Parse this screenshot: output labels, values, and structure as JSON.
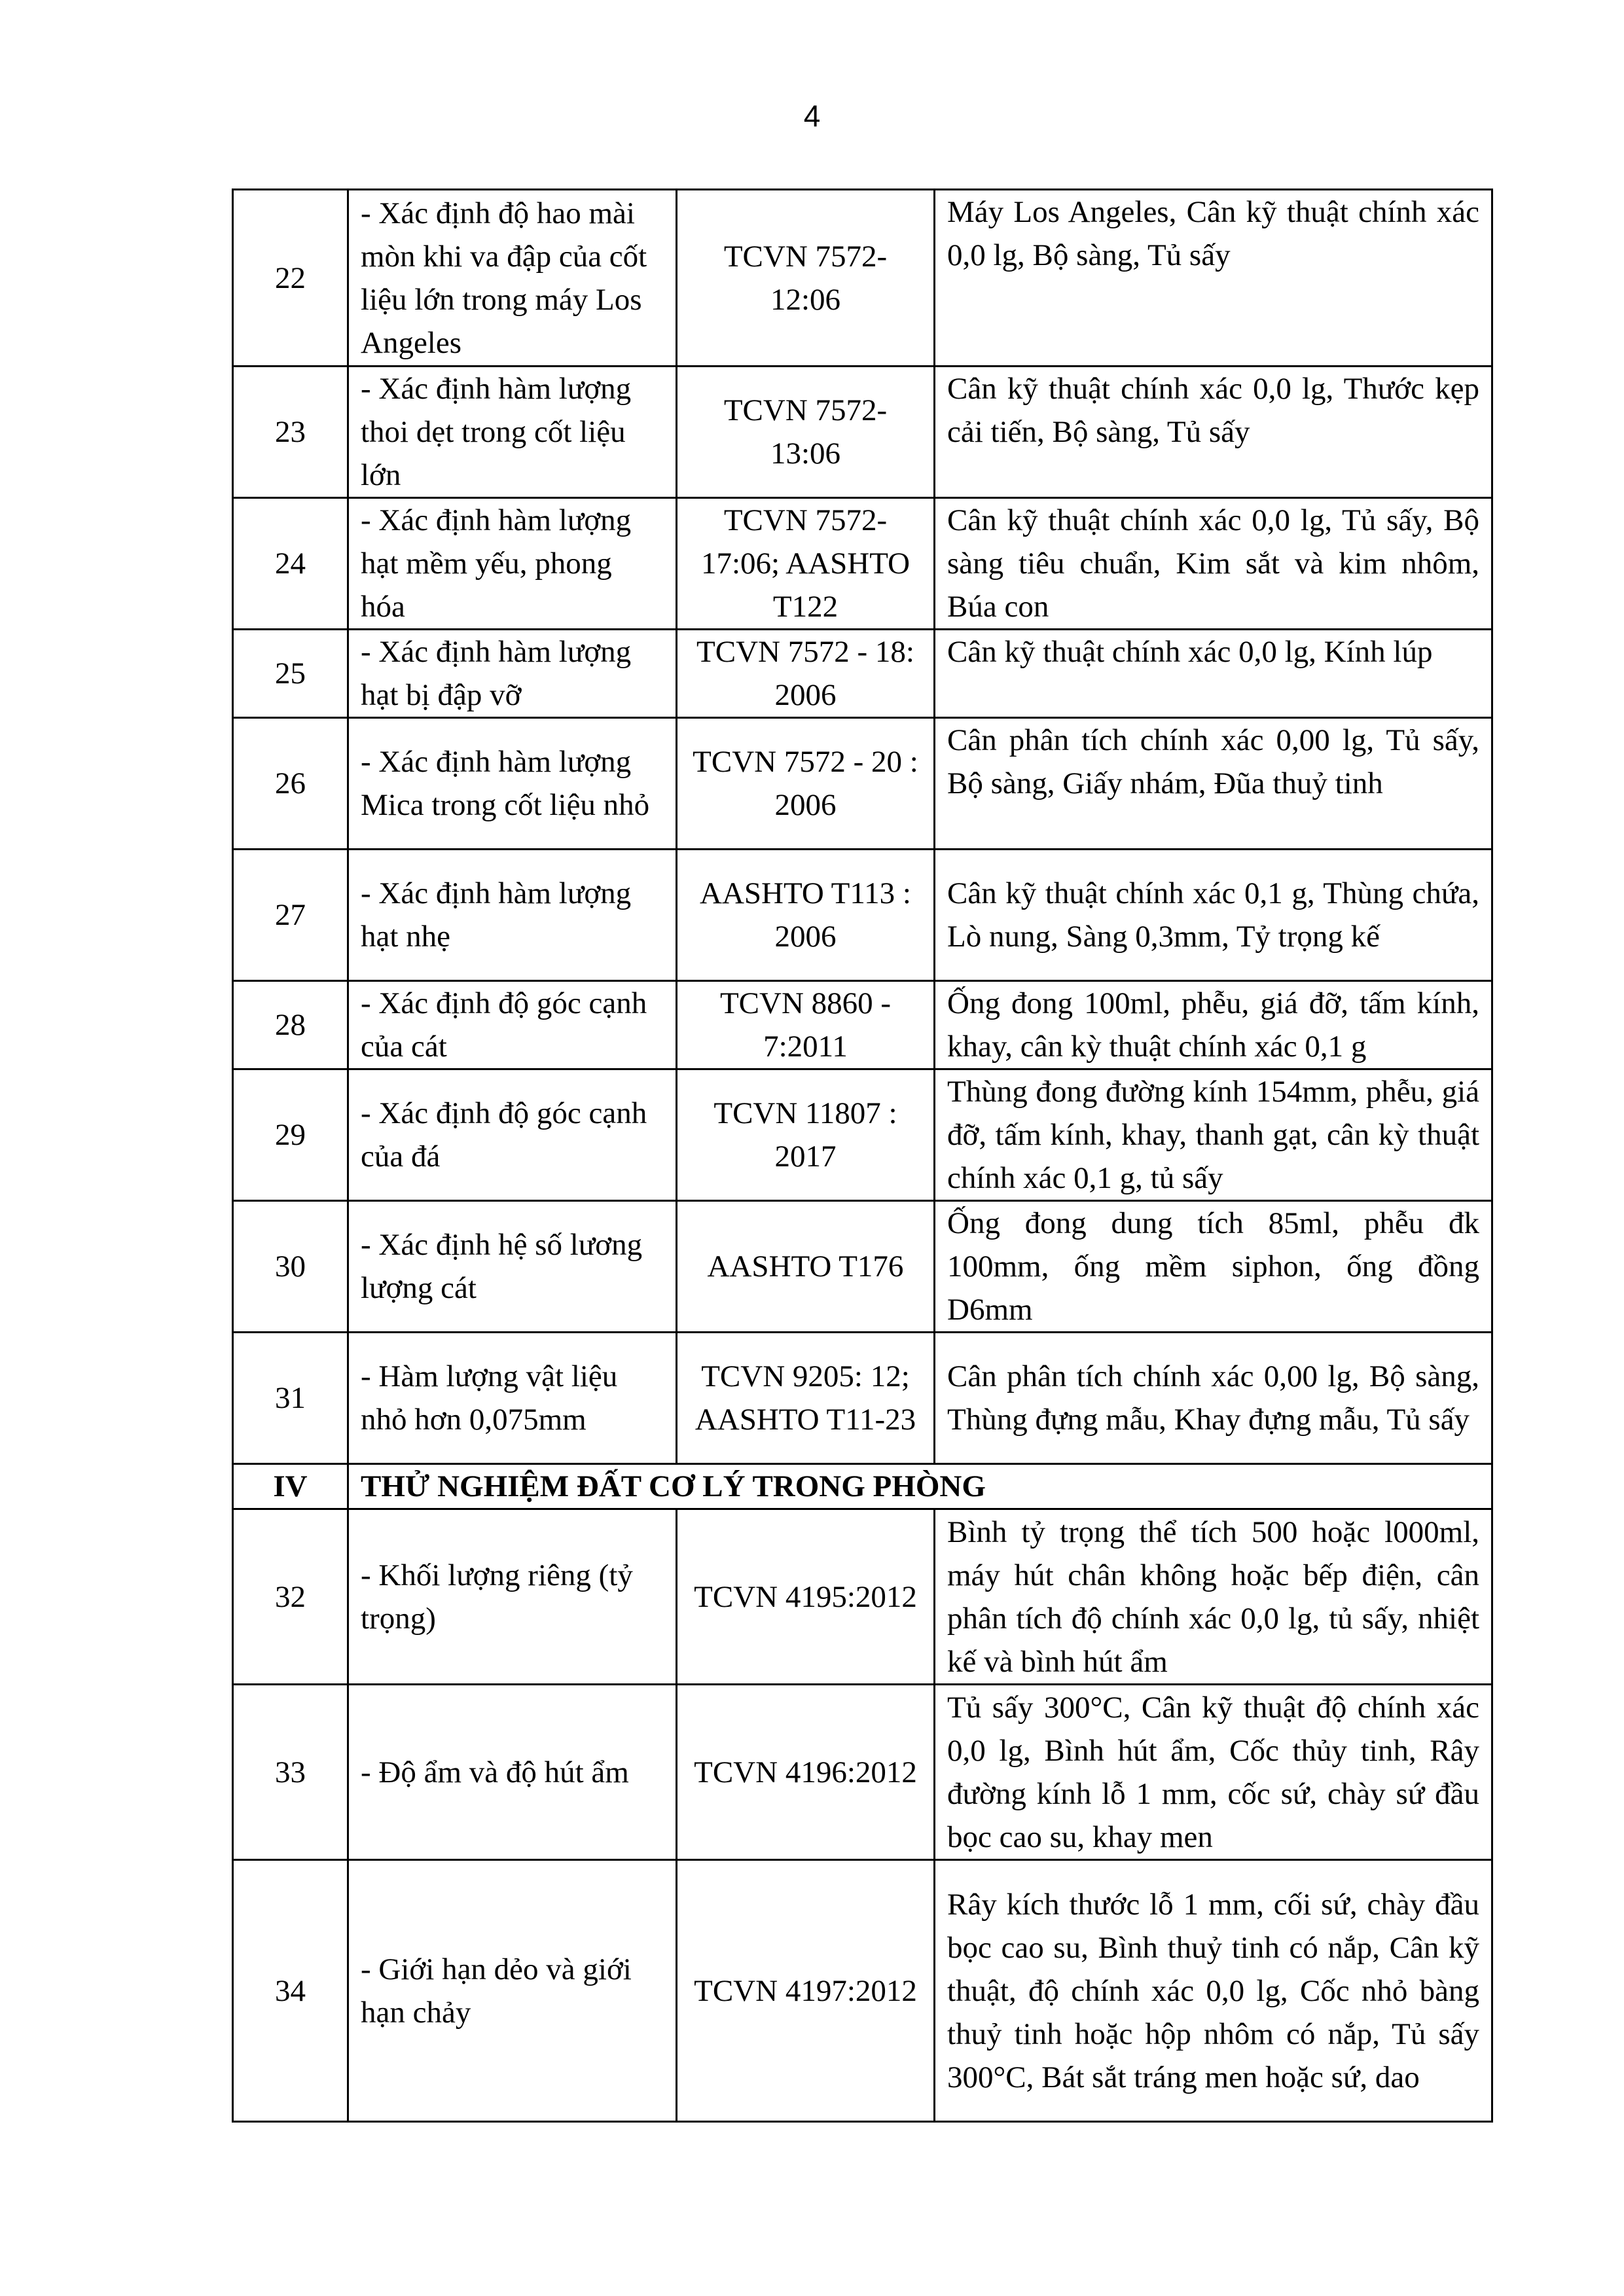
{
  "page_number": "4",
  "rows": [
    {
      "no": "22",
      "name": "- Xác định độ hao mài mòn khi va đập của cốt liệu lớn  trong máy Los Angeles",
      "standard": "TCVN 7572-12:06",
      "equipment": "Máy Los Angeles, Cân kỹ thuật chính xác 0,0 lg, Bộ sàng, Tủ sấy"
    },
    {
      "no": "23",
      "name": "- Xác định hàm lượng thoi dẹt trong cốt liệu lớn",
      "standard": "TCVN 7572-13:06",
      "equipment": "Cân kỹ thuật chính xác 0,0 lg, Thước kẹp cải tiến, Bộ sàng, Tủ sấy"
    },
    {
      "no": "24",
      "name": "- Xác định hàm lượng hạt mềm yếu, phong hóa",
      "standard": "TCVN 7572-17:06; AASHTO T122",
      "equipment": "Cân kỹ thuật chính xác 0,0 lg, Tủ sấy, Bộ sàng tiêu chuẩn, Kim sắt và kim nhôm, Búa con"
    },
    {
      "no": "25",
      "name": "- Xác định hàm lượng hạt bị đập vỡ",
      "standard": "TCVN 7572 - 18: 2006",
      "equipment": "Cân kỹ thuật chính xác 0,0 lg, Kính lúp"
    },
    {
      "no": "26",
      "name": "- Xác định hàm lượng Mica trong cốt liệu nhỏ",
      "standard": "TCVN 7572 - 20 : 2006",
      "equipment": "Cân phân tích chính xác 0,00 lg, Tủ sấy, Bộ sàng, Giấy nhám, Đũa thuỷ tinh"
    },
    {
      "no": "27",
      "name": "- Xác định hàm lượng hạt nhẹ",
      "standard": "AASHTO T113 : 2006",
      "equipment": "Cân kỹ thuật chính xác 0,1 g, Thùng chứa, Lò nung, Sàng 0,3mm, Tỷ trọng kế"
    },
    {
      "no": "28",
      "name": "- Xác định độ góc cạnh của cát",
      "standard": "TCVN 8860 - 7:2011",
      "equipment": "Ống đong 100ml, phễu, giá đỡ, tấm kính, khay, cân kỳ thuật chính xác 0,1 g"
    },
    {
      "no": "29",
      "name": "- Xác định độ góc cạnh của đá",
      "standard": "TCVN 11807 : 2017",
      "equipment": "Thùng đong đường kính 154mm, phễu, giá đỡ, tấm kính, khay, thanh gạt, cân kỳ thuật chính xác 0,1 g, tủ sấy"
    },
    {
      "no": "30",
      "name": "- Xác định hệ số lương lượng cát",
      "standard": "AASHTO T176",
      "equipment": "Ống đong dung tích 85ml, phễu đk 100mm, ống mềm siphon, ống đồng D6mm"
    },
    {
      "no": "31",
      "name": "- Hàm lượng vật liệu nhỏ hơn 0,075mm",
      "standard": "TCVN 9205: 12; AASHTO T11-23",
      "equipment": "Cân phân tích chính xác 0,00 lg, Bộ sàng, Thùng đựng mẫu, Khay đựng mẫu, Tủ sấy"
    }
  ],
  "section": {
    "no": "IV",
    "title": "THỬ NGHIỆM ĐẤT CƠ LÝ TRONG PHÒNG"
  },
  "rows2": [
    {
      "no": "32",
      "name": "- Khối lượng riêng (tỷ trọng)",
      "standard": "TCVN 4195:2012",
      "equipment": "Bình tỷ trọng thể tích 500 hoặc l000ml, máy hút chân không hoặc bếp điện, cân phân tích độ chính xác 0,0 lg, tủ sấy, nhiệt kế và bình hút ẩm"
    },
    {
      "no": "33",
      "name": "- Độ ẩm và độ hút ẩm",
      "standard": "TCVN 4196:2012",
      "equipment": "Tủ sấy 300°C, Cân kỹ thuật độ chính xác 0,0 lg, Bình hút ẩm, Cốc thủy tinh, Rây đường kính lỗ 1 mm, cốc sứ, chày sứ đầu bọc cao su, khay men"
    },
    {
      "no": "34",
      "name": "- Giới hạn dẻo và giới hạn chảy",
      "standard": "TCVN 4197:2012",
      "equipment": "Rây kích thước lỗ 1 mm, cối sứ, chày đầu bọc cao su, Bình thuỷ tinh có nắp, Cân kỹ thuật, độ chính xác 0,0 lg, Cốc nhỏ bàng thuỷ tinh hoặc hộp nhôm có nắp, Tủ sấy 300°C, Bát sắt tráng men hoặc sứ, dao"
    }
  ]
}
